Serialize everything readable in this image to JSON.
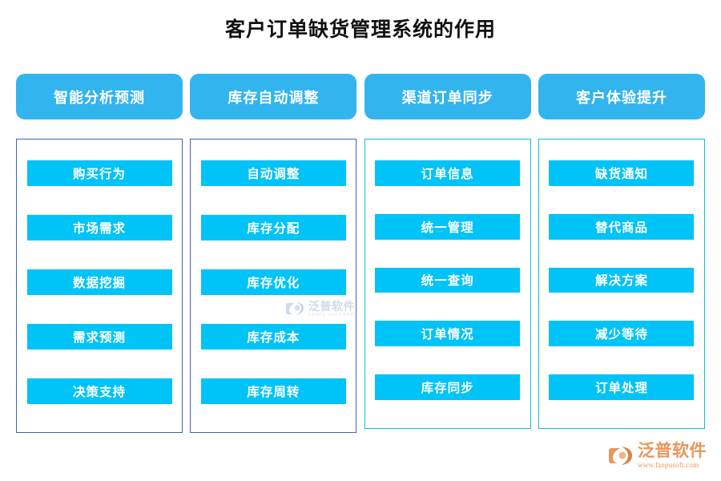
{
  "page": {
    "title": "客户订单缺货管理系统的作用",
    "background_color": "#ffffff"
  },
  "colors": {
    "header_pill": "#32b4ef",
    "item_box": "#00c3f7",
    "panel_border_blue": "#3a64b5",
    "panel_border_cyan": "#11bfd4",
    "title_text": "#111111",
    "box_text": "#ffffff",
    "logo_orange": "#e8965c",
    "watermark_blue": "#9fb6d4"
  },
  "columns": [
    {
      "header": "智能分析预测",
      "border_style": "blue",
      "items": [
        "购买行为",
        "市场需求",
        "数据挖掘",
        "需求预测",
        "决策支持"
      ]
    },
    {
      "header": "库存自动调整",
      "border_style": "blue",
      "items": [
        "自动调整",
        "库存分配",
        "库存优化",
        "库存成本",
        "库存周转"
      ]
    },
    {
      "header": "渠道订单同步",
      "border_style": "cyan",
      "items": [
        "订单信息",
        "统一管理",
        "统一查询",
        "订单情况",
        "库存同步"
      ]
    },
    {
      "header": "客户体验提升",
      "border_style": "cyan",
      "items": [
        "缺货通知",
        "替代商品",
        "解决方案",
        "减少等待",
        "订单处理"
      ]
    }
  ],
  "watermark": {
    "name_cn": "泛普软件",
    "name_en": "FANPU SOFTWARE"
  },
  "logo": {
    "name_cn": "泛普软件",
    "url": "www.fanpusoft.com"
  }
}
